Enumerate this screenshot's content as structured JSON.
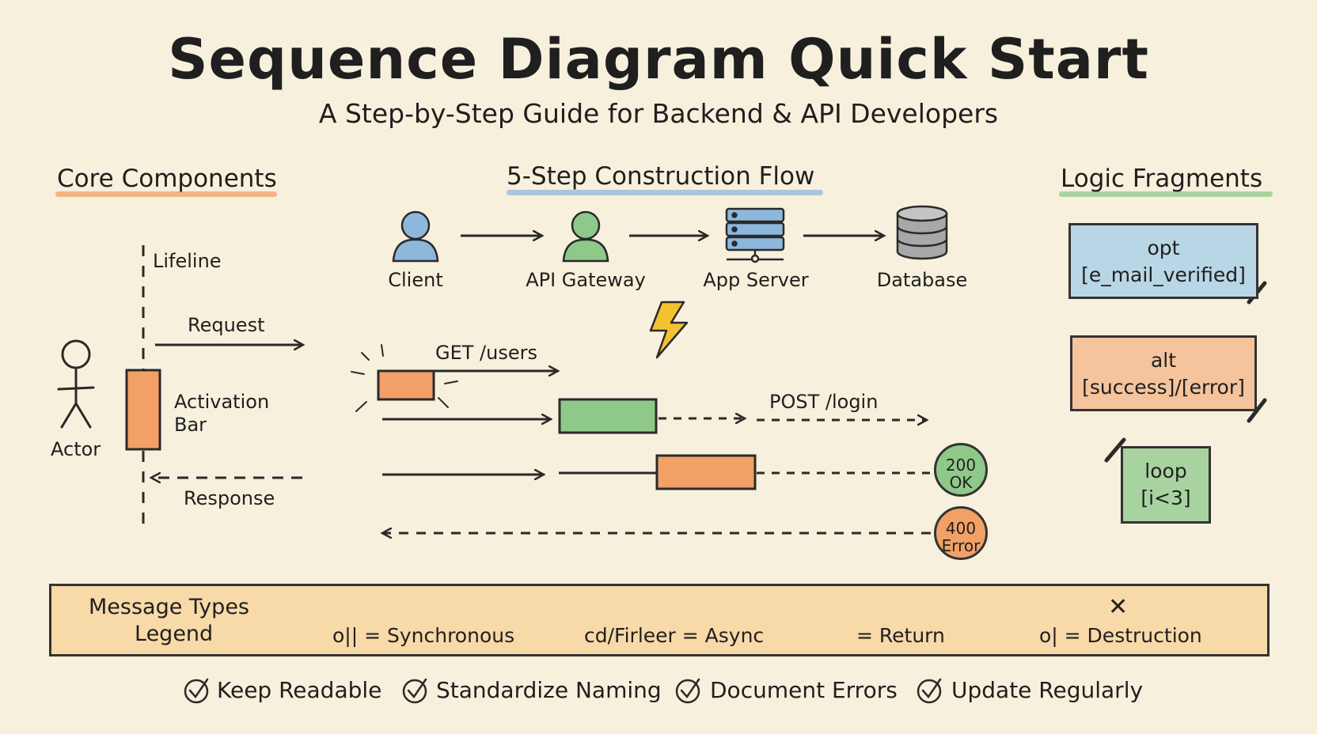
{
  "title": "Sequence Diagram Quick Start",
  "subtitle": "A Step-by-Step Guide for Backend & API Developers",
  "core": {
    "heading": "Core Components",
    "lifeline": "Lifeline",
    "request": "Request",
    "activation": "Activation",
    "bar": "Bar",
    "actor": "Actor",
    "response": "Response"
  },
  "flow": {
    "heading": "5-Step Construction Flow",
    "participants": [
      "Client",
      "API Gateway",
      "App Server",
      "Database"
    ],
    "get_label": "GET /users",
    "post_label": "POST /login",
    "ok_badge": [
      "200",
      "OK"
    ],
    "error_badge": [
      "400",
      "Error"
    ]
  },
  "fragments": {
    "heading": "Logic Fragments",
    "opt": [
      "opt",
      "[e_mail_verified]"
    ],
    "alt": [
      "alt",
      "[success]/[error]"
    ],
    "loop": [
      "loop",
      "[i<3]"
    ]
  },
  "legend": {
    "title_line1": "Message Types",
    "title_line2": "Legend",
    "sync": "o|| = Synchronous",
    "async": "cd/Firleer = Async",
    "ret": "= Return",
    "destruction_symbol": "✕",
    "destruction": "o| = Destruction"
  },
  "checklist": [
    "Keep Readable",
    "Standardize Naming",
    "Document Errors",
    "Update Regularly"
  ],
  "colors": {
    "orange": "#f2a066",
    "green": "#8fc98a",
    "blue": "#8db8dc",
    "ink": "#2a2a2a",
    "lightning": "#f2c230"
  }
}
